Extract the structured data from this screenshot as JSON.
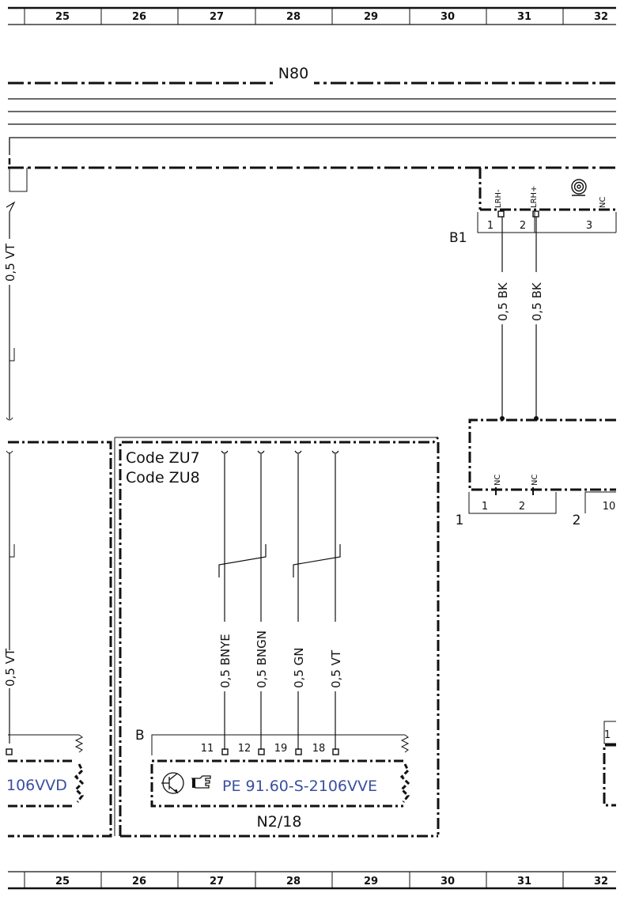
{
  "ruler": {
    "columns": [
      "25",
      "26",
      "27",
      "28",
      "29",
      "30",
      "31",
      "32"
    ]
  },
  "labels": {
    "n80": "N80",
    "b1": "B1",
    "lrh_minus": "LRH-",
    "lrh_plus": "LRH+",
    "nc": "NC",
    "pin1": "1",
    "pin2": "2",
    "pin3": "3",
    "pin10": "10",
    "code_zu7": "Code ZU7",
    "code_zu8": "Code ZU8",
    "b": "B",
    "n2_18": "N2/18",
    "pe_ref": "PE 91.60-S-2106VVE",
    "pe_ref_left": "106VVD",
    "pins_b": [
      "11",
      "12",
      "19",
      "18"
    ]
  },
  "wires": {
    "b1_left": "0,5 BK",
    "b1_right": "0,5 BK",
    "left_cut_top": "0,5 VT",
    "left_cut_bottom": "0,5 VT",
    "w1": "0,5 BNYE",
    "w2": "0,5 BNGN",
    "w3": "0,5 GN",
    "w4": "0,5 VT"
  },
  "icons": [
    "transistor-icon",
    "pointing-hand-icon",
    "speaker-icon"
  ]
}
